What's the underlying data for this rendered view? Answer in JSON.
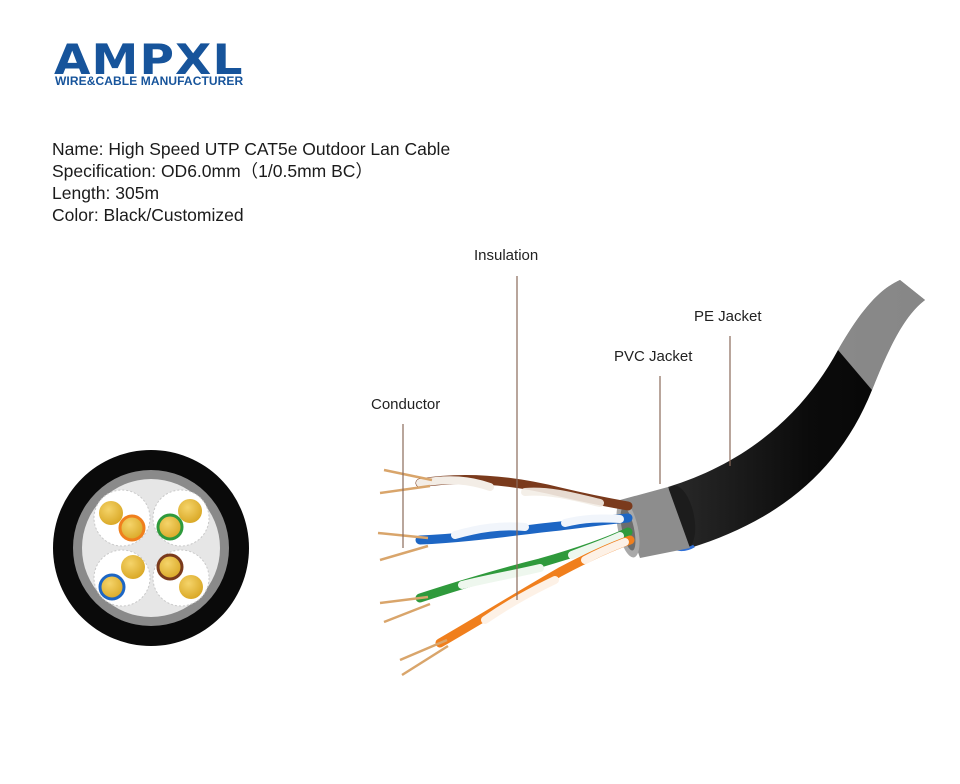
{
  "brand": {
    "name": "AMPXL",
    "tagline": "WIRE&CABLE MANUFACTURER",
    "color": "#17549b"
  },
  "product": {
    "name_line": "Name: High Speed UTP CAT5e Outdoor Lan Cable",
    "specification_line": "Specification: OD6.0mm（1/0.5mm BC）",
    "length_line": "Length: 305m",
    "color_line": "Color: Black/Customized"
  },
  "callouts": {
    "insulation": "Insulation",
    "pe_jacket": "PE Jacket",
    "pvc_jacket": "PVC Jacket",
    "conductor": "Conductor"
  },
  "colors": {
    "outer_jacket": "#0d0d0d",
    "inner_jacket": "#8d8d8d",
    "copper": "#d9a56b",
    "conductor_gold": "#e2b93b",
    "pair_orange": "#f07f1d",
    "pair_green": "#2f9a3c",
    "pair_blue": "#1d66c4",
    "pair_brown": "#7a3a1c"
  }
}
